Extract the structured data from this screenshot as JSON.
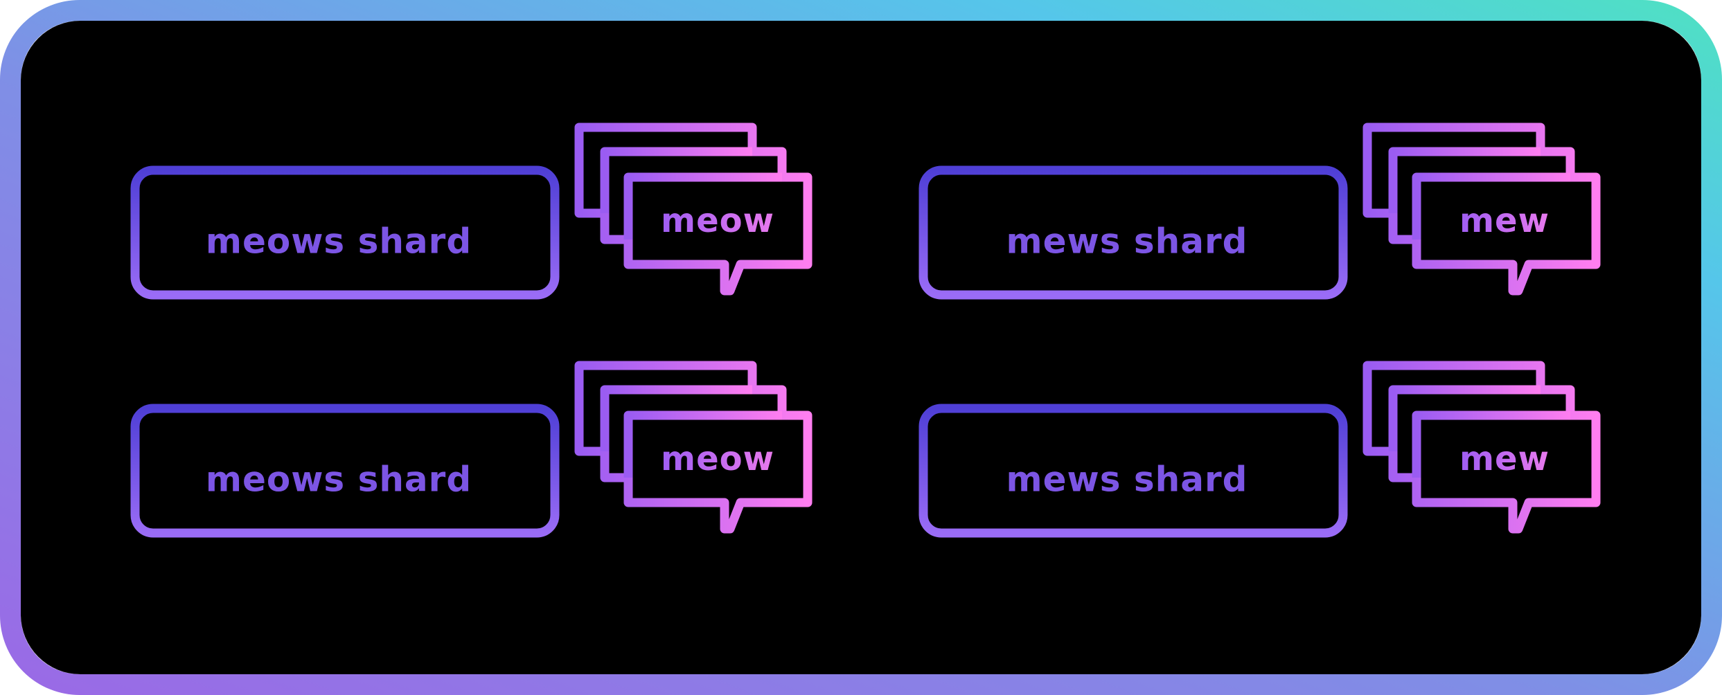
{
  "colors": {
    "background": "#000000",
    "frame_gradient": [
      "#9a6ae6",
      "#7f8fe6",
      "#55c6ea",
      "#4fe0c4"
    ],
    "shard_border_gradient": [
      "#4f3fd6",
      "#9a6cf6"
    ],
    "shard_text": "#7c55e4",
    "bubble_gradient": [
      "#9a5cf2",
      "#ff7ef0"
    ],
    "bubble_text": [
      "#9f5df2",
      "#e97aee"
    ]
  },
  "quadrants": [
    {
      "shard": {
        "label": "meows shard"
      },
      "bubble": {
        "label": "meow"
      }
    },
    {
      "shard": {
        "label": "mews shard"
      },
      "bubble": {
        "label": "mew"
      }
    },
    {
      "shard": {
        "label": "meows shard"
      },
      "bubble": {
        "label": "meow"
      }
    },
    {
      "shard": {
        "label": "mews shard"
      },
      "bubble": {
        "label": "mew"
      }
    }
  ]
}
